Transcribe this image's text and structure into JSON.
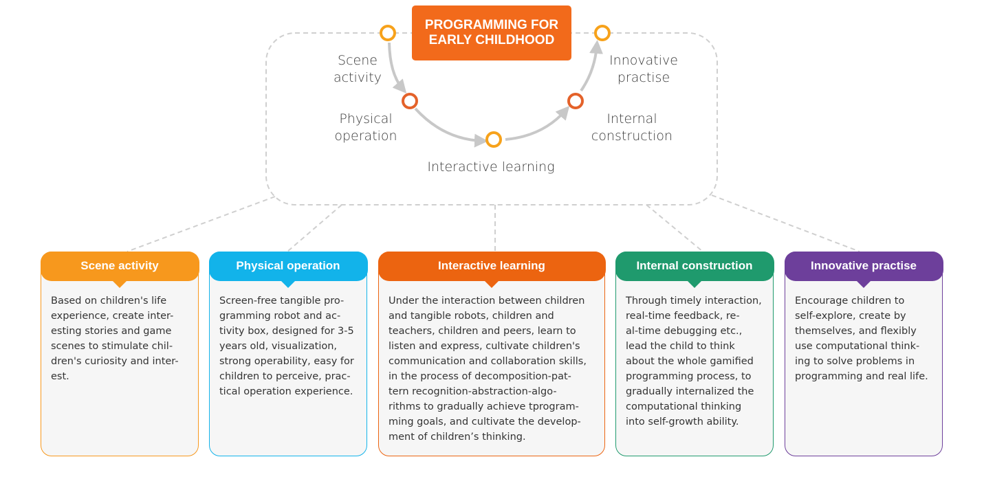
{
  "title": {
    "line1": "PROGRAMMING FOR",
    "line2": "EARLY CHILDHOOD"
  },
  "stages": [
    {
      "line1": "Scene",
      "line2": "activity"
    },
    {
      "line1": "Physical",
      "line2": "operation"
    },
    {
      "line1": "Interactive learning",
      "line2": ""
    },
    {
      "line1": "Internal",
      "line2": "construction"
    },
    {
      "line1": "Innovative",
      "line2": "practise"
    }
  ],
  "colors": {
    "title_bg": "#f26a1b",
    "node_light": "#f7a21b",
    "node_dark": "#e4622a",
    "scene": "#f7981d",
    "physical": "#12b3ea",
    "interactive": "#ec6410",
    "internal": "#1f9a6d",
    "innovative": "#6d3f9b"
  },
  "cards": [
    {
      "title": "Scene activity",
      "lines": [
        "Based on children's life",
        "experience, create inter-",
        "esting stories and game",
        "scenes to stimulate chil-",
        "dren's curiosity and inter-",
        "est."
      ]
    },
    {
      "title": "Physical operation",
      "lines": [
        "Screen-free tangible pro-",
        "gramming robot and ac-",
        "tivity box, designed for 3-5",
        "years old, visualization,",
        "strong operability, easy for",
        "children to perceive, prac-",
        "tical operation experience."
      ]
    },
    {
      "title": "Interactive learning",
      "lines": [
        "Under the interaction between children",
        "and tangible robots, children and",
        "teachers, children and peers, learn to",
        "listen and express, cultivate children's",
        "communication and collaboration skills,",
        "in the process of decomposition-pat-",
        "tern recognition-abstraction-algo-",
        "rithms to gradually achieve tprogram-",
        "ming goals, and cultivate the develop-",
        "ment of children’s thinking."
      ]
    },
    {
      "title": "Internal construction",
      "lines": [
        "Through timely interaction,",
        "real-time feedback, re-",
        "al-time debugging etc.,",
        "lead the child to think",
        "about the whole gamified",
        "programming process, to",
        "gradually internalized the",
        "computational thinking",
        "into self-growth ability."
      ]
    },
    {
      "title": "Innovative practise",
      "lines": [
        "Encourage children to",
        "self-explore, create by",
        "themselves, and flexibly",
        "use computational think-",
        "ing to solve problems in",
        "programming and real life."
      ]
    }
  ]
}
